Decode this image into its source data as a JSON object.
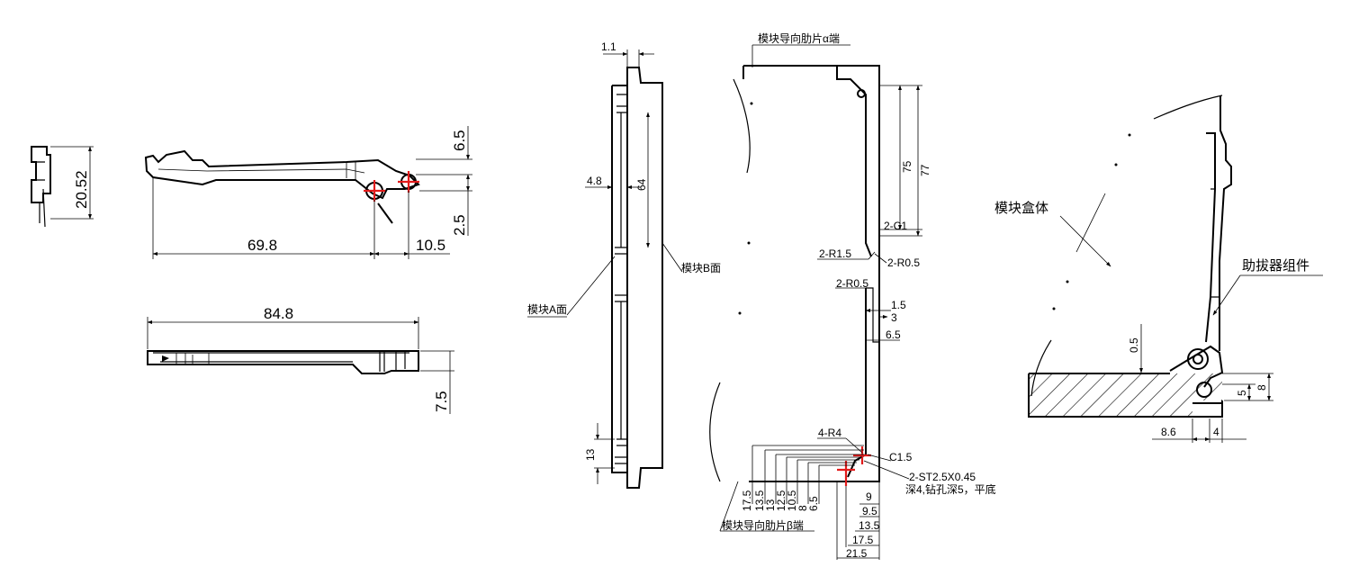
{
  "views": {
    "side_small": {
      "dims": {
        "height": "20.52"
      }
    },
    "side_long": {
      "dims": {
        "top": "6.5",
        "bottom": "2.5",
        "left_len": "69.8",
        "right_len": "10.5"
      }
    },
    "top_long": {
      "dims": {
        "length": "84.8",
        "height": "7.5"
      }
    },
    "module_side": {
      "dims": {
        "top": "1.1",
        "width": "4.8",
        "span": "64",
        "bottom": "13"
      },
      "labels": {
        "face_a": "模块A面",
        "face_b": "模块B面"
      }
    },
    "module_front": {
      "labels": {
        "alpha": "模块导向肋片α端",
        "beta": "模块导向肋片β端",
        "screw": "2-ST2.5X0.45",
        "screw_note": "深4,钻孔深5，平底"
      },
      "dims": {
        "d75": "75",
        "d77": "77",
        "c1": "2-C1",
        "r15": "2-R1.5",
        "r05a": "2-R0.5",
        "r05b": "2-R0.5",
        "d1_5": "1.5",
        "d3": "3",
        "d6_5": "6.5",
        "r4": "4-R4",
        "c15": "C1.5",
        "b17_5": "17.5",
        "b13_5": "13.5",
        "b13": "13",
        "b12_5": "12.5",
        "b10_5": "10.5",
        "b8": "8",
        "b6_5": "6.5",
        "r9": "9",
        "r9_5": "9.5",
        "r13_5": "13.5",
        "r17_5": "17.5",
        "r21_5": "21.5"
      }
    },
    "assembly": {
      "labels": {
        "box": "模块盒体",
        "puller": "助拔器组件"
      },
      "dims": {
        "gap": "0.5",
        "h5": "5",
        "h8": "8",
        "w8_6": "8.6",
        "w4": "4"
      }
    }
  }
}
